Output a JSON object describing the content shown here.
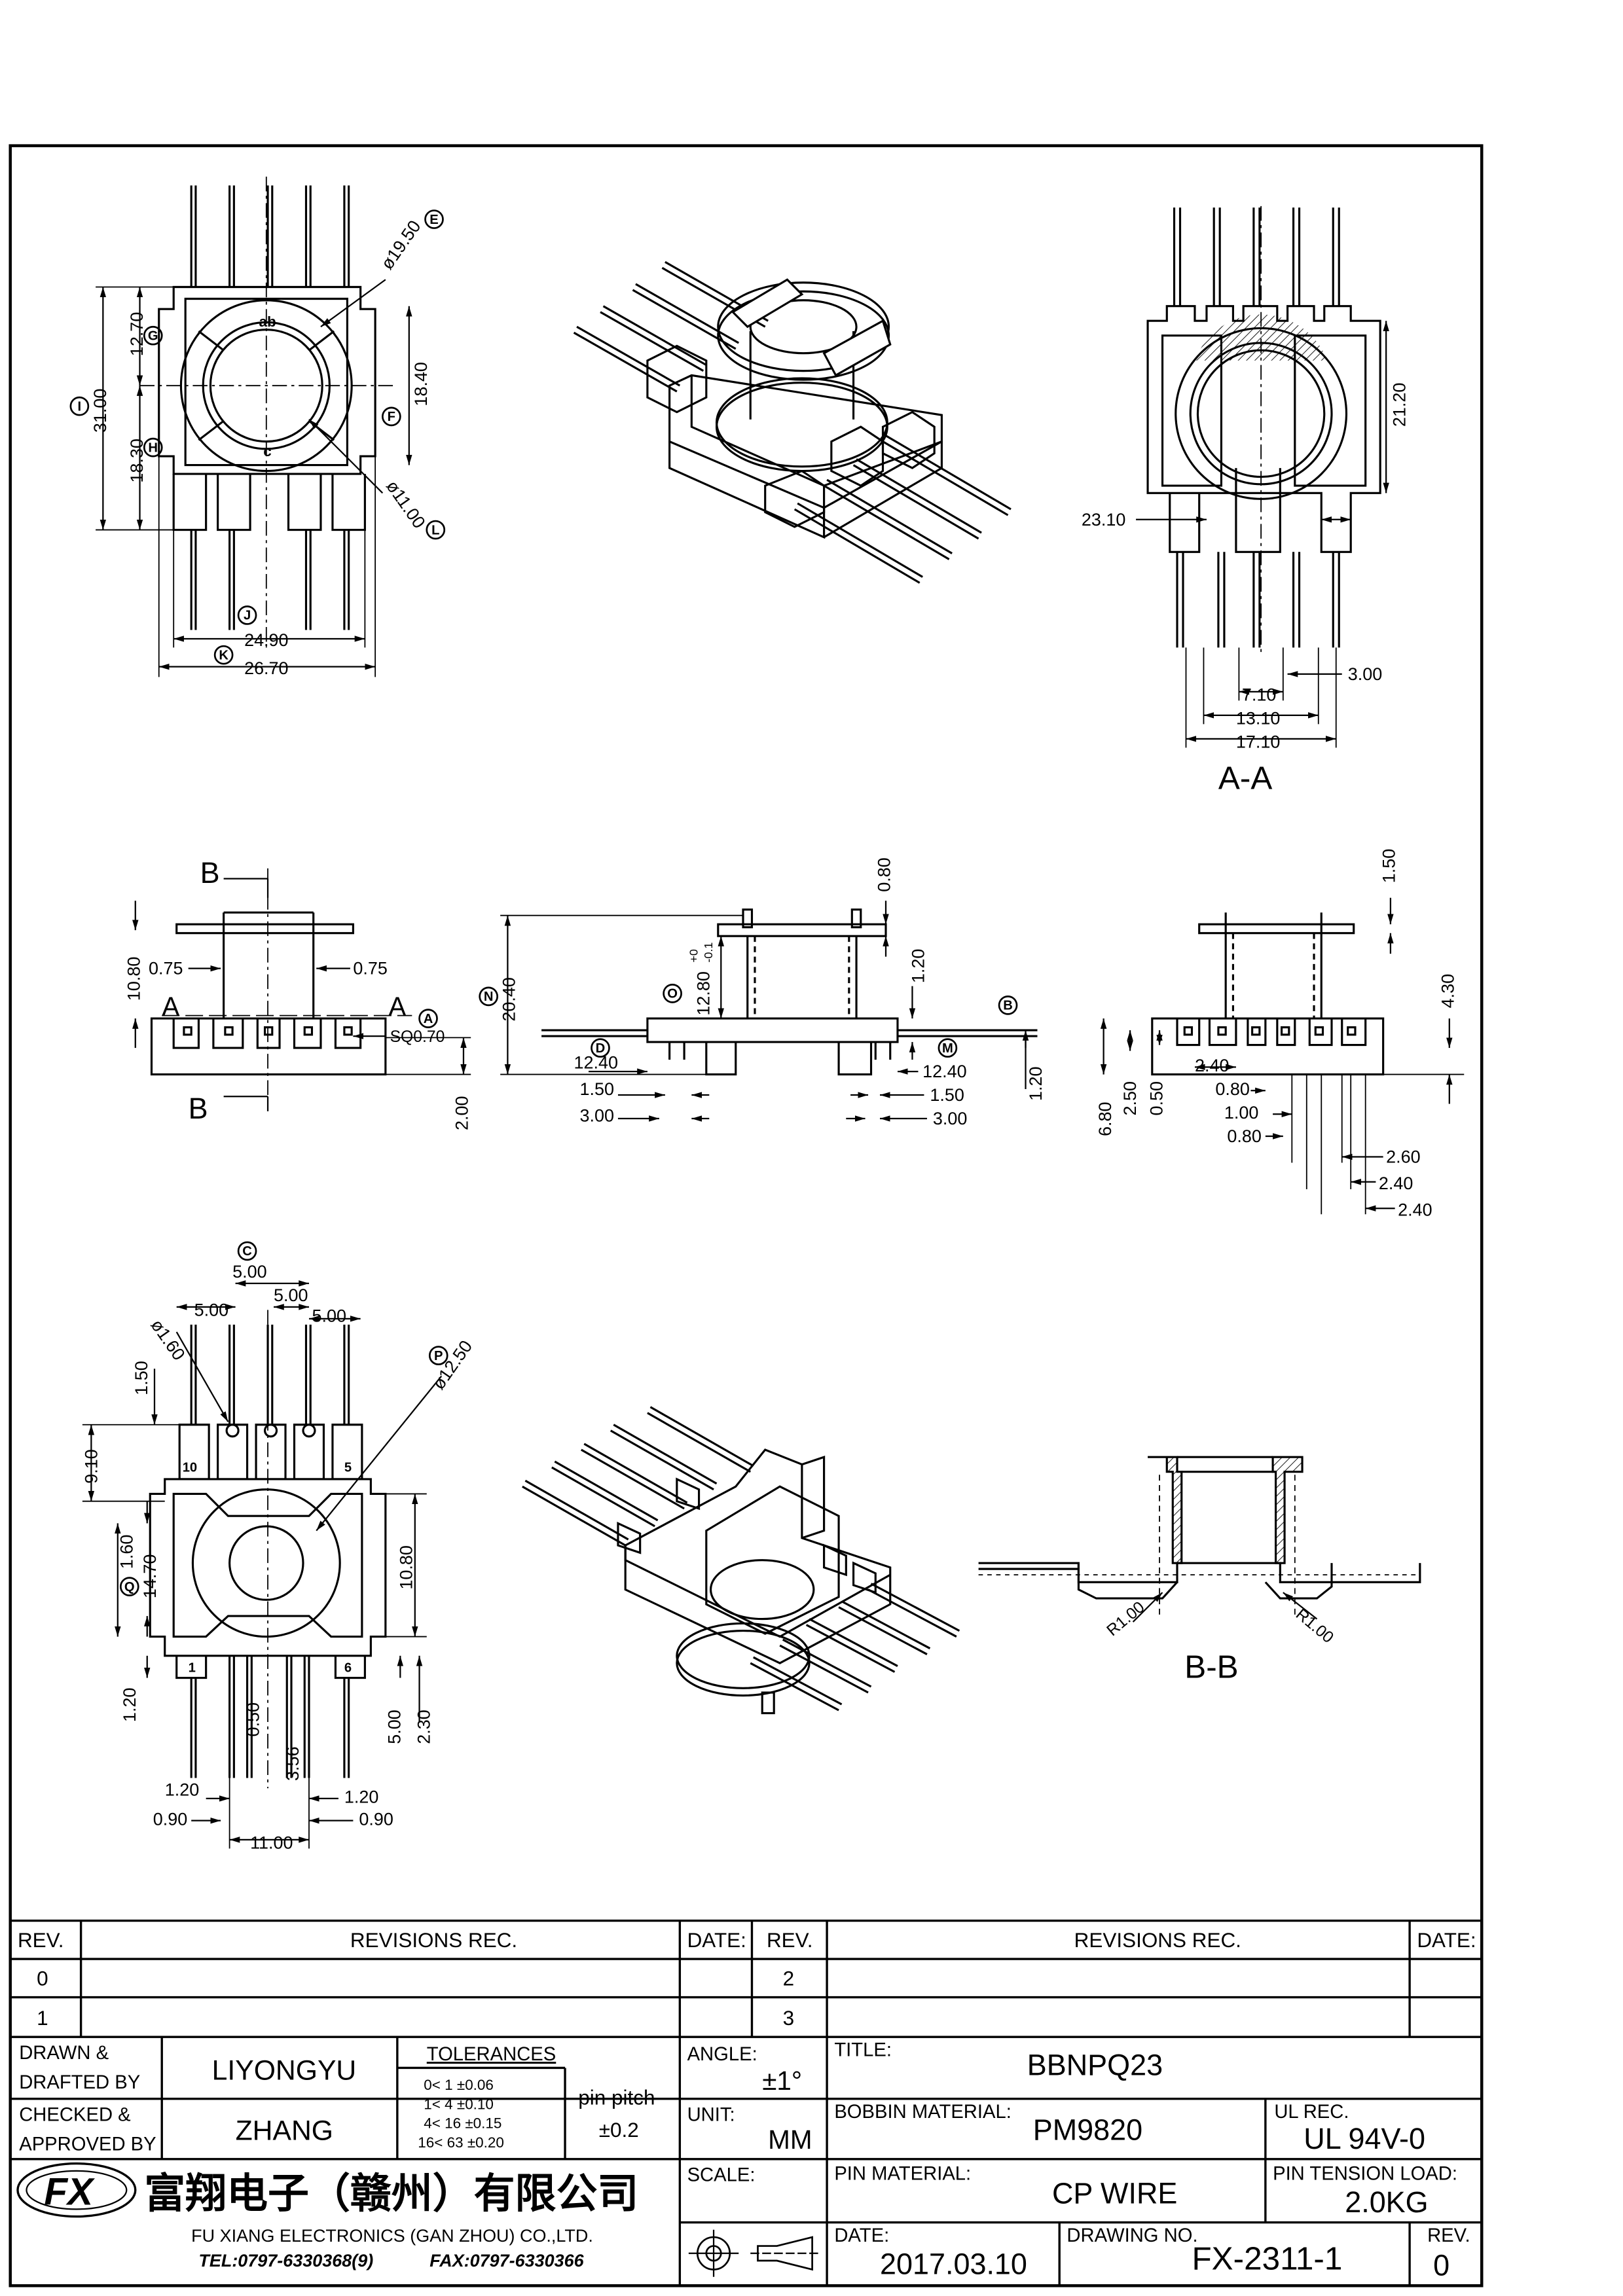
{
  "dims": {
    "top_left": {
      "d19_50": "ø19.50",
      "d11_00": "ø11.00",
      "h12_70": "12.70",
      "h31_00": "31.00",
      "h18_30": "18.30",
      "h18_40": "18.40",
      "w24_90": "24.90",
      "w26_70": "26.70",
      "lbl_ab": "ab",
      "lbl_c": "c"
    },
    "top_right": {
      "h21_20": "21.20",
      "w23_10": "23.10",
      "w3_00": "3.00",
      "w7_10": "7.10",
      "w13_10": "13.10",
      "w17_10": "17.10",
      "section": "A-A"
    },
    "mid_left": {
      "b_top": "B",
      "b_bot": "B",
      "a_left": "A",
      "a_right": "A",
      "s0_75a": "0.75",
      "s0_75b": "0.75",
      "h10_80": "10.80",
      "sq": "SQ0.70",
      "h2_00": "2.00"
    },
    "mid_center": {
      "h0_80": "0.80",
      "h20_40": "20.40",
      "h12_80": "12.80",
      "tol_plus": "+0",
      "tol_minus": "-0.1",
      "h1_20a": "1.20",
      "w12_40a": "12.40",
      "w1_50a": "1.50",
      "w3_00a": "3.00",
      "w12_40b": "12.40",
      "w1_50b": "1.50",
      "w3_00b": "3.00",
      "h1_20b": "1.20"
    },
    "mid_right": {
      "h1_50": "1.50",
      "h4_30": "4.30",
      "w2_40a": "2.40",
      "w0_80a": "0.80",
      "w1_00": "1.00",
      "w0_80b": "0.80",
      "h6_80": "6.80",
      "h2_50": "2.50",
      "h0_50": "0.50",
      "w2_60": "2.60",
      "w2_40b": "2.40",
      "w2_40c": "2.40"
    },
    "bottom_left": {
      "p5_00a": "5.00",
      "p5_00b": "5.00",
      "p5_00c": "5.00",
      "p5_00d": "5.00",
      "d1_60": "ø1.60",
      "d12_50": "ø12.50",
      "h1_50": "1.50",
      "h9_10": "9.10",
      "h1_60": "1.60",
      "h14_70": "14.70",
      "h10_80": "10.80",
      "h1_20": "1.20",
      "h0_50": "0.50",
      "h3_56": "3.56",
      "h5_00": "5.00",
      "h2_30": "2.30",
      "w1_20a": "1.20",
      "w0_90a": "0.90",
      "w1_20b": "1.20",
      "w0_90b": "0.90",
      "w11_00": "11.00",
      "pin1": "1",
      "pin5": "5",
      "pin6": "6",
      "pin10": "10"
    },
    "bottom_right": {
      "r1": "R1.00",
      "r2": "R1.00",
      "section": "B-B"
    }
  },
  "balloons": [
    "E",
    "G",
    "F",
    "H",
    "I",
    "J",
    "K",
    "L",
    "A",
    "B",
    "C",
    "D",
    "M",
    "N",
    "O",
    "P",
    "Q"
  ],
  "title_block": {
    "rev_header": "REV.",
    "revisions_header": "REVISIONS   REC.",
    "date_header": "DATE:",
    "rev_header2": "REV.",
    "revisions_header2": "REVISIONS   REC.",
    "date_header2": "DATE:",
    "rev0": "0",
    "rev1": "1",
    "rev2": "2",
    "rev3": "3",
    "drawn_label_1": "DRAWN  &",
    "drawn_label_2": "DRAFTED BY",
    "drawn_value": "LIYONGYU",
    "checked_label_1": "CHECKED  &",
    "checked_label_2": "APPROVED BY",
    "checked_value": "ZHANG",
    "tolerances_title": "TOLERANCES",
    "tol_rows": [
      "0<   1    ±0.06",
      "1<   4    ±0.10",
      "4<  16  ±0.15",
      "16<  63  ±0.20"
    ],
    "pin_pitch_label": "pin pitch",
    "pin_pitch_value": "±0.2",
    "angle_label": "ANGLE:",
    "angle_value": "±1°",
    "unit_label": "UNIT:",
    "unit_value": "MM",
    "scale_label": "SCALE:",
    "title_label": "TITLE:",
    "title_value": "BBNPQ23",
    "bobbin_label": "BOBBIN  MATERIAL:",
    "bobbin_value": "PM9820",
    "ul_label": "UL  REC.",
    "ul_value": "UL  94V-0",
    "pin_material_label": "PIN  MATERIAL:",
    "pin_material_value": "CP  WIRE",
    "pin_tension_label": "PIN  TENSION  LOAD:",
    "pin_tension_value": "2.0KG",
    "date_label": "DATE:",
    "date_value": "2017.03.10",
    "drawing_no_label": "DRAWING  NO.",
    "drawing_no_value": "FX-2311-1",
    "rev_label": "REV.",
    "rev_value": "0",
    "company_cn": "富翔电子（赣州）有限公司",
    "company_en": "FU  XIANG  ELECTRONICS  (GAN  ZHOU)  CO.,LTD.",
    "tel": "TEL:0797-6330368(9)",
    "fax": "FAX:0797-6330366",
    "logo_text": "FX"
  }
}
